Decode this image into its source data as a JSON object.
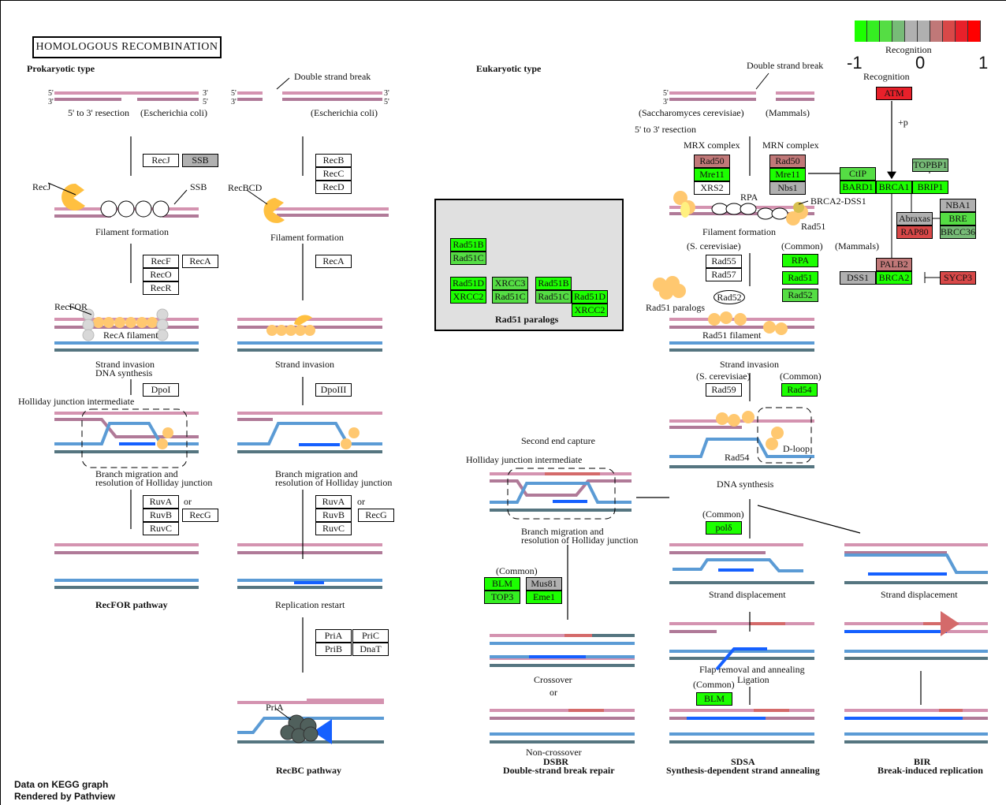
{
  "title": "HOMOLOGOUS  RECOMBINATION",
  "legend": {
    "label": "Recognition",
    "min": "-1",
    "mid": "0",
    "max": "1",
    "colors": [
      "#1cff00",
      "#35ee22",
      "#55dd44",
      "#77bb77",
      "#b0b0b0",
      "#b0b0b0",
      "#c07878",
      "#d84848",
      "#e8202a",
      "#ff0000"
    ]
  },
  "colors": {
    "bright_green": "#1cff00",
    "medium_green": "#55dd44",
    "light_green": "#77bb77",
    "gray": "#b0b0b0",
    "rose": "#c07878",
    "red": "#e8202a",
    "salmon_red": "#d84848",
    "white": "#ffffff"
  },
  "labels": {
    "prokaryotic": "Prokaryotic type",
    "eukaryotic": "Eukaryotic type",
    "dsb": "Double strand break",
    "resection": "5' to 3' resection",
    "ecoli": "(Escherichia coli)",
    "recj": "RecJ",
    "ssb": "SSB",
    "recbcd": "RecBCD",
    "filament": "Filament formation",
    "recfor": "RecFOR",
    "reca_filament": "RecA filament",
    "strand_invasion": "Strand invasion",
    "dna_synthesis": "DNA synthesis",
    "hj_intermediate": "Holliday junction intermediate",
    "branch1": "Branch migration and",
    "branch2": "resolution of Holliday junction",
    "or": "or",
    "recfor_pathway": "RecFOR pathway",
    "replication_restart": "Replication restart",
    "pria": "PriA",
    "recbc_pathway": "RecBC pathway",
    "sacc": "(Saccharomyces cerevisiae)",
    "mammals": "(Mammals)",
    "mrx": "MRX complex",
    "mrn": "MRN complex",
    "rpa": "RPA",
    "brca2dss1": "BRCA2-DSS1",
    "rad51": "Rad51",
    "scer": "(S. cerevisiae)",
    "common": "(Common)",
    "rad51_paralogs": "Rad51 paralogs",
    "rad52": "Rad52",
    "rad51_filament": "Rad51 filament",
    "rad54": "Rad54",
    "dloop": "D-loop",
    "second_end": "Second end capture",
    "strand_displacement": "Strand displacement",
    "crossover": "Crossover",
    "flap": "Flap removal and annealing",
    "ligation": "Ligation",
    "noncrossover": "Non-crossover",
    "dsbr": "DSBR",
    "dsbr_full": "Double-strand break repair",
    "sdsa": "SDSA",
    "sdsa_full": "Synthesis-dependent strand annealing",
    "bir": "BIR",
    "bir_full": "Break-induced replication",
    "recognition": "Recognition",
    "plus_p": "+p",
    "five": "5'",
    "three": "3'"
  },
  "genes": {
    "RecJ": {
      "label": "RecJ",
      "color": "#ffffff"
    },
    "SSB": {
      "label": "SSB",
      "color": "#b0b0b0"
    },
    "RecB": {
      "label": "RecB",
      "color": "#ffffff"
    },
    "RecC": {
      "label": "RecC",
      "color": "#ffffff"
    },
    "RecD": {
      "label": "RecD",
      "color": "#ffffff"
    },
    "RecF": {
      "label": "RecF",
      "color": "#ffffff"
    },
    "RecO": {
      "label": "RecO",
      "color": "#ffffff"
    },
    "RecR": {
      "label": "RecR",
      "color": "#ffffff"
    },
    "RecA": {
      "label": "RecA",
      "color": "#ffffff"
    },
    "DpoI": {
      "label": "DpoI",
      "color": "#ffffff"
    },
    "DpoIII": {
      "label": "DpoIII",
      "color": "#ffffff"
    },
    "RuvA": {
      "label": "RuvA",
      "color": "#ffffff"
    },
    "RuvB": {
      "label": "RuvB",
      "color": "#ffffff"
    },
    "RuvC": {
      "label": "RuvC",
      "color": "#ffffff"
    },
    "RecG": {
      "label": "RecG",
      "color": "#ffffff"
    },
    "PriA": {
      "label": "PriA",
      "color": "#ffffff"
    },
    "PriB": {
      "label": "PriB",
      "color": "#ffffff"
    },
    "PriC": {
      "label": "PriC",
      "color": "#ffffff"
    },
    "DnaT": {
      "label": "DnaT",
      "color": "#ffffff"
    },
    "Rad51B": {
      "label": "Rad51B",
      "color": "#1cff00"
    },
    "Rad51C": {
      "label": "Rad51C",
      "color": "#55dd44"
    },
    "Rad51D": {
      "label": "Rad51D",
      "color": "#1cff00"
    },
    "XRCC2": {
      "label": "XRCC2",
      "color": "#1cff00"
    },
    "XRCC3": {
      "label": "XRCC3",
      "color": "#55dd44"
    },
    "Rad50": {
      "label": "Rad50",
      "color": "#c07878"
    },
    "Mre11": {
      "label": "Mre11",
      "color": "#1cff00"
    },
    "XRS2": {
      "label": "XRS2",
      "color": "#ffffff"
    },
    "Nbs1": {
      "label": "Nbs1",
      "color": "#b0b0b0"
    },
    "CtIP": {
      "label": "CtIP",
      "color": "#55dd44"
    },
    "BARD1": {
      "label": "BARD1",
      "color": "#1cff00"
    },
    "BRCA1": {
      "label": "BRCA1",
      "color": "#1cff00"
    },
    "BRIP1": {
      "label": "BRIP1",
      "color": "#1cff00"
    },
    "TOPBP1": {
      "label": "TOPBP1",
      "color": "#77bb77"
    },
    "ATM": {
      "label": "ATM",
      "color": "#e8202a"
    },
    "Abraxas": {
      "label": "Abraxas",
      "color": "#b0b0b0"
    },
    "RAP80": {
      "label": "RAP80",
      "color": "#d84848"
    },
    "NBA1": {
      "label": "NBA1",
      "color": "#b0b0b0"
    },
    "BRE": {
      "label": "BRE",
      "color": "#55dd44"
    },
    "BRCC36": {
      "label": "BRCC36",
      "color": "#77bb77"
    },
    "PALB2": {
      "label": "PALB2",
      "color": "#c07878"
    },
    "DSS1": {
      "label": "DSS1",
      "color": "#b0b0b0"
    },
    "BRCA2": {
      "label": "BRCA2",
      "color": "#1cff00"
    },
    "SYCP3": {
      "label": "SYCP3",
      "color": "#d84848"
    },
    "Rad55": {
      "label": "Rad55",
      "color": "#ffffff"
    },
    "Rad57": {
      "label": "Rad57",
      "color": "#ffffff"
    },
    "RPA": {
      "label": "RPA",
      "color": "#1cff00"
    },
    "Rad51": {
      "label": "Rad51",
      "color": "#1cff00"
    },
    "Rad52": {
      "label": "Rad52",
      "color": "#55dd44"
    },
    "Rad59": {
      "label": "Rad59",
      "color": "#ffffff"
    },
    "Rad54": {
      "label": "Rad54",
      "color": "#1cff00"
    },
    "pold": {
      "label": "polδ",
      "color": "#1cff00"
    },
    "BLM": {
      "label": "BLM",
      "color": "#1cff00"
    },
    "TOP3": {
      "label": "TOP3",
      "color": "#35ee22"
    },
    "Mus81": {
      "label": "Mus81",
      "color": "#b0b0b0"
    },
    "Eme1": {
      "label": "Eme1",
      "color": "#1cff00"
    }
  },
  "footer": {
    "line1": "Data on KEGG graph",
    "line2": "Rendered by Pathview"
  }
}
